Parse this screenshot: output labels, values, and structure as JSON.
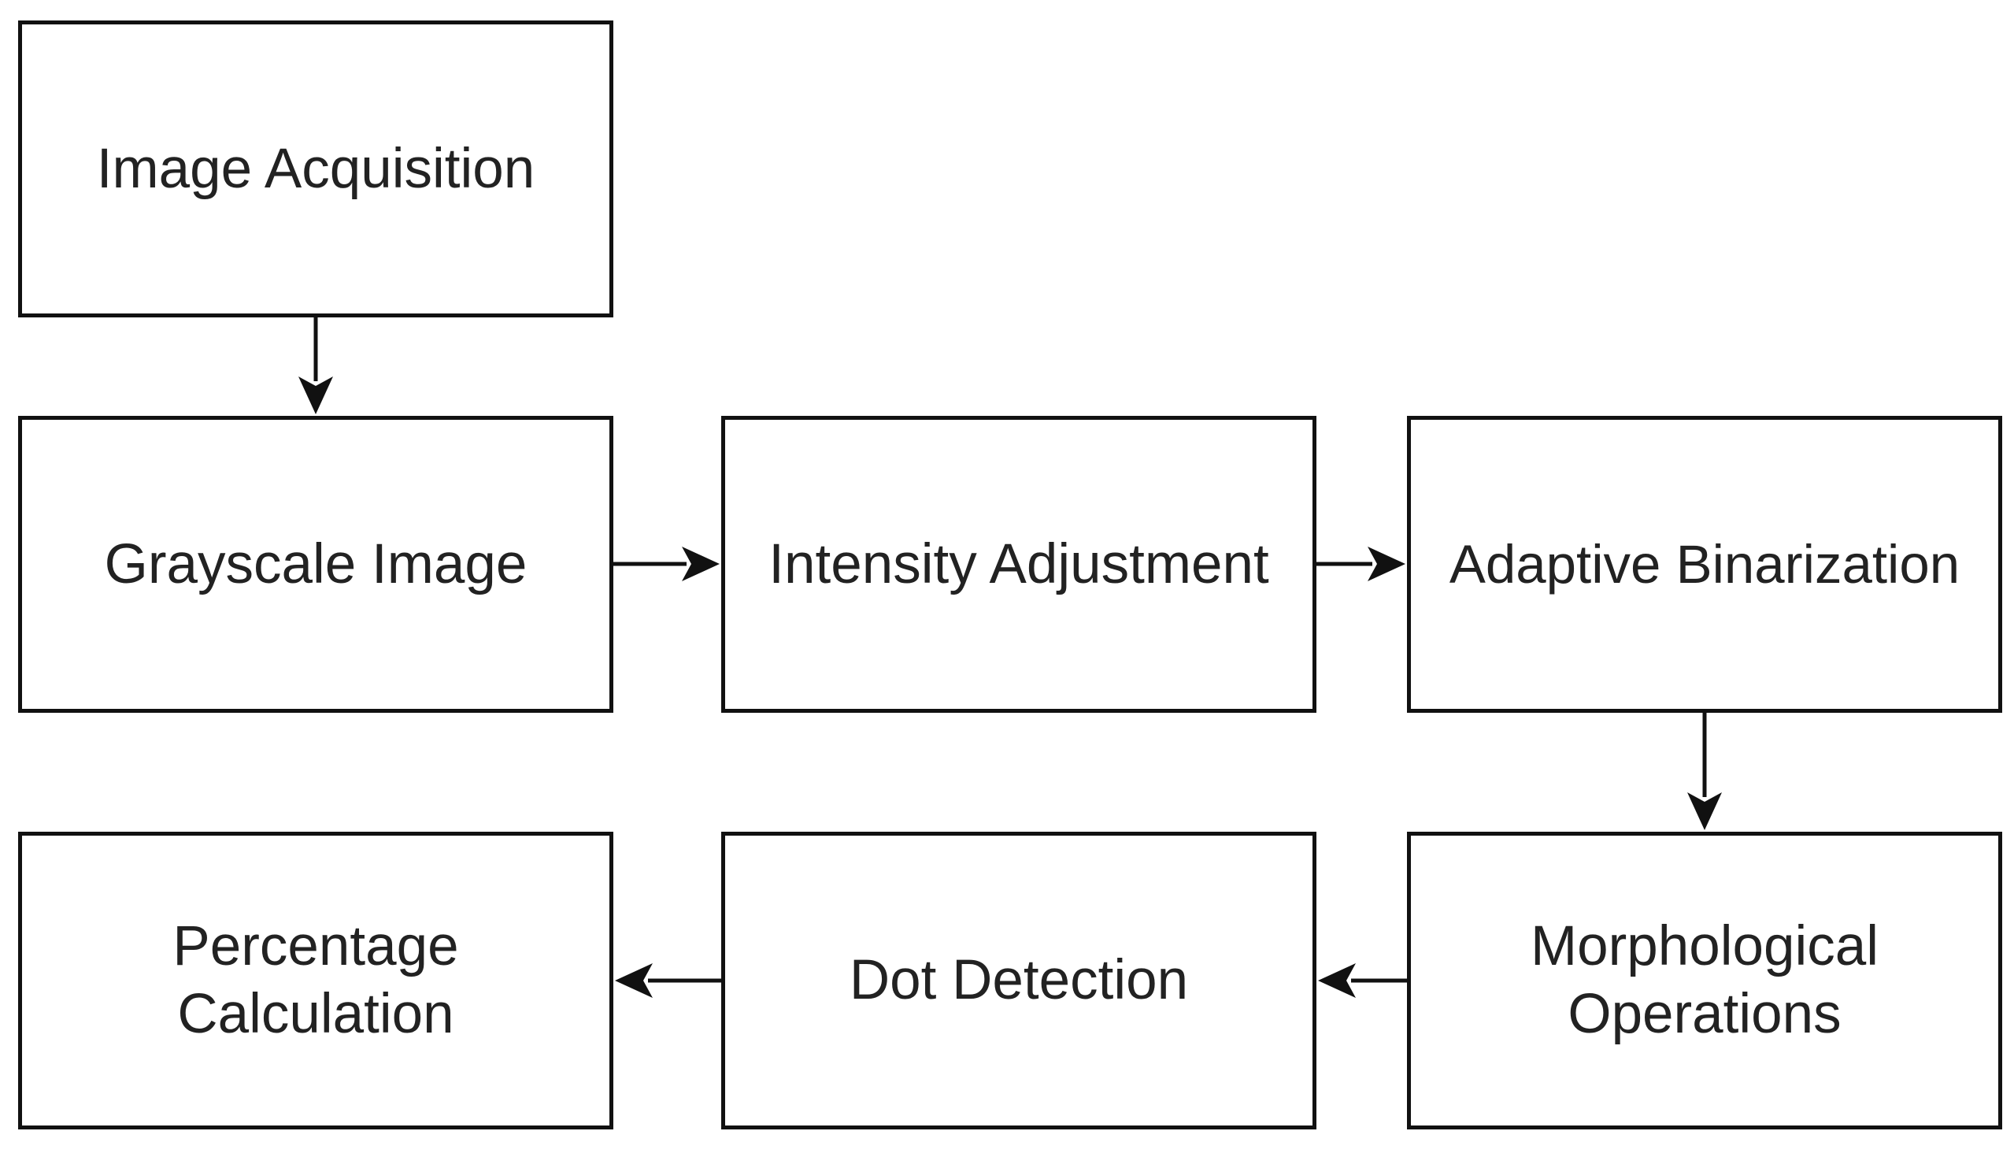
{
  "diagram": {
    "nodes": [
      {
        "id": "acq",
        "label": "Image Acquisition"
      },
      {
        "id": "gray",
        "label": "Grayscale Image"
      },
      {
        "id": "int",
        "label": "Intensity Adjustment"
      },
      {
        "id": "bin",
        "label": "Adaptive Binarization"
      },
      {
        "id": "morph",
        "label": "Morphological\nOperations"
      },
      {
        "id": "dot",
        "label": "Dot Detection"
      },
      {
        "id": "pct",
        "label": "Percentage\nCalculation"
      }
    ],
    "edges": [
      {
        "from": "acq",
        "to": "gray"
      },
      {
        "from": "gray",
        "to": "int"
      },
      {
        "from": "int",
        "to": "bin"
      },
      {
        "from": "bin",
        "to": "morph"
      },
      {
        "from": "morph",
        "to": "dot"
      },
      {
        "from": "dot",
        "to": "pct"
      }
    ],
    "colors": {
      "border": "#111111",
      "text": "#222222",
      "arrow": "#111111",
      "background": "#ffffff"
    }
  }
}
